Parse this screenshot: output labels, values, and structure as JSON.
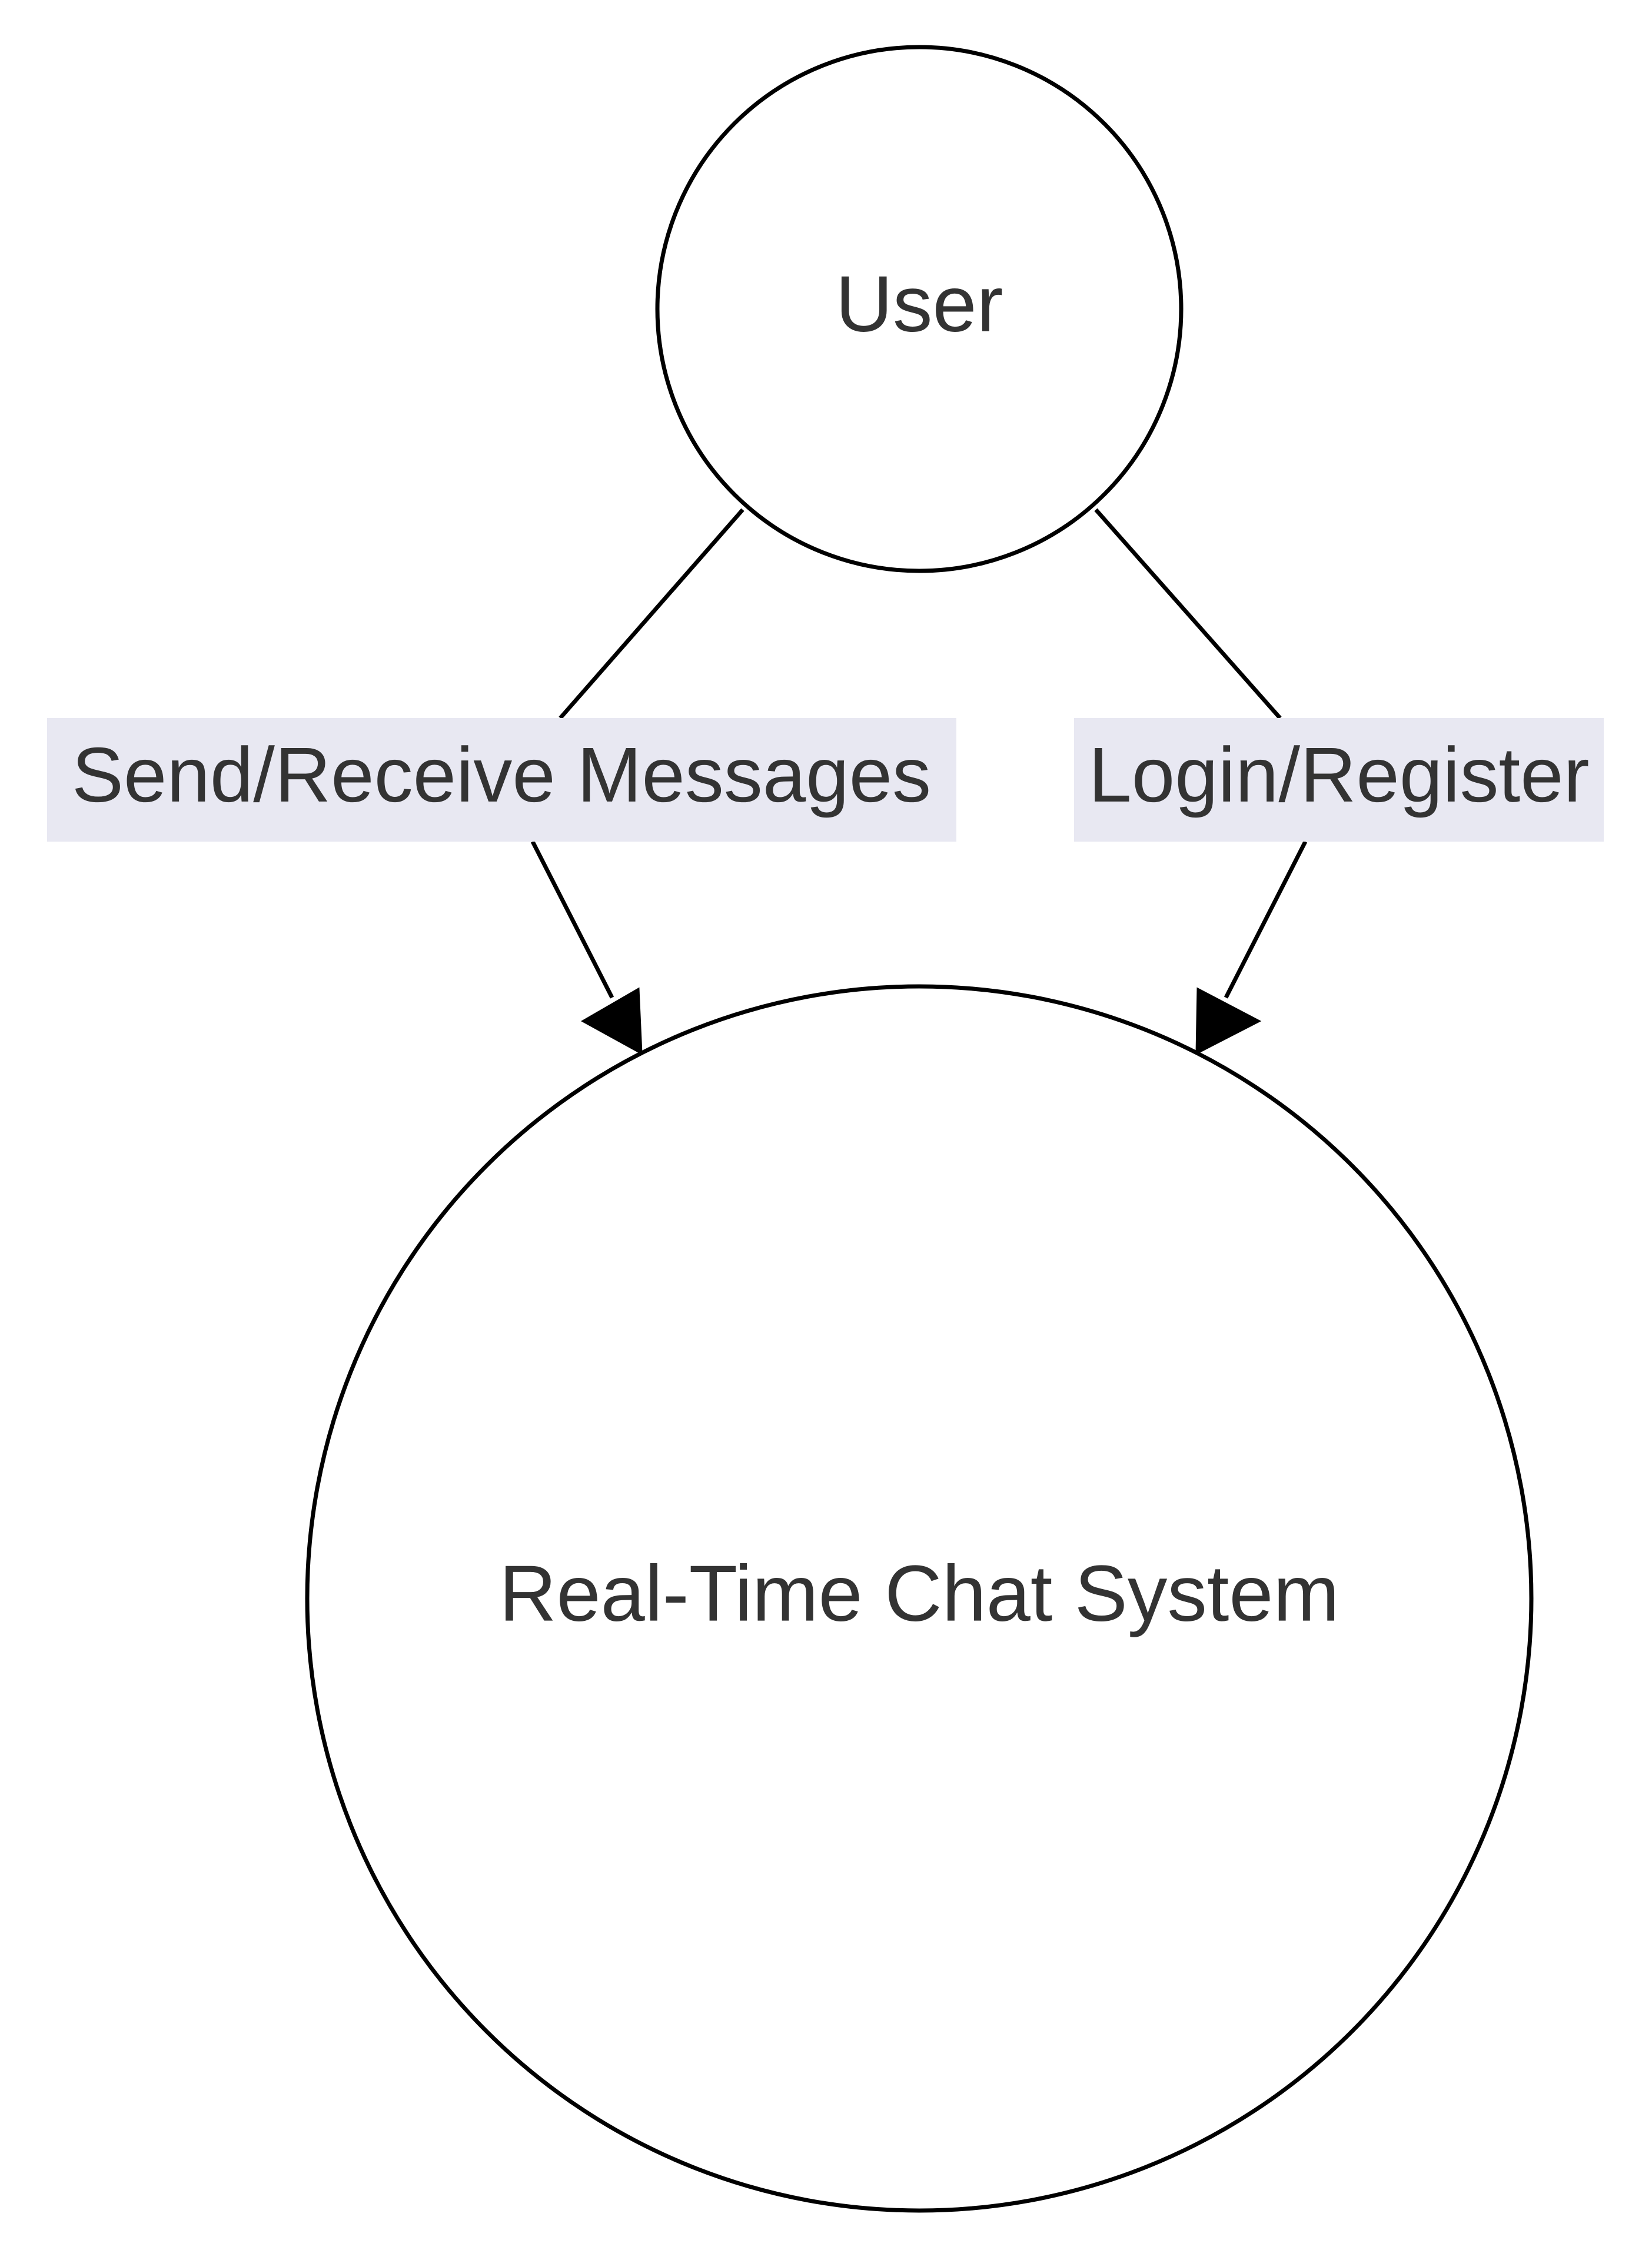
{
  "nodes": {
    "user": {
      "label": "User"
    },
    "system": {
      "label": "Real-Time Chat System"
    }
  },
  "edges": [
    {
      "from": "user",
      "to": "system",
      "label": "Send/Receive Messages"
    },
    {
      "from": "user",
      "to": "system",
      "label": "Login/Register"
    }
  ]
}
